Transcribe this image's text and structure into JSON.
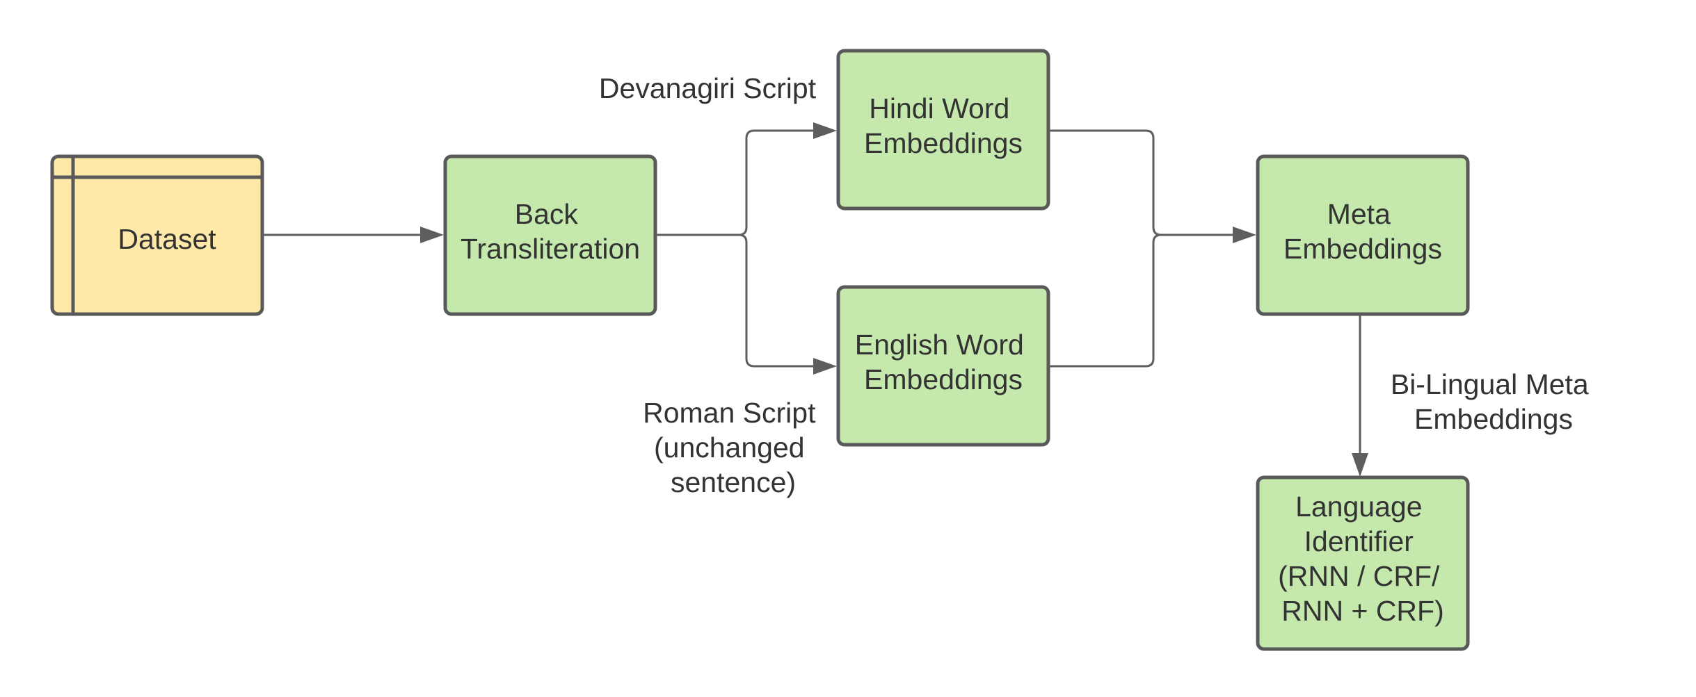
{
  "colors": {
    "store_fill": "#ffe9a8",
    "process_fill": "#c5e8ad",
    "stroke": "#595959",
    "text": "#333333"
  },
  "nodes": {
    "dataset": {
      "label": "Dataset"
    },
    "back_transliteration": {
      "lines": [
        "Back",
        "Transliteration"
      ]
    },
    "hindi_embeddings": {
      "lines": [
        "Hindi Word",
        "Embeddings"
      ]
    },
    "english_embeddings": {
      "lines": [
        "English Word",
        "Embeddings"
      ]
    },
    "meta_embeddings": {
      "lines": [
        "Meta",
        "Embeddings"
      ]
    },
    "language_identifier": {
      "lines": [
        "Language",
        "Identifier",
        "(RNN / CRF/",
        "RNN + CRF)"
      ]
    }
  },
  "edge_labels": {
    "devanagiri": {
      "lines": [
        "Devanagiri Script"
      ]
    },
    "roman": {
      "lines": [
        "Roman Script",
        "(unchanged",
        "sentence)"
      ]
    },
    "bilingual": {
      "lines": [
        "Bi-Lingual Meta",
        "Embeddings"
      ]
    }
  }
}
